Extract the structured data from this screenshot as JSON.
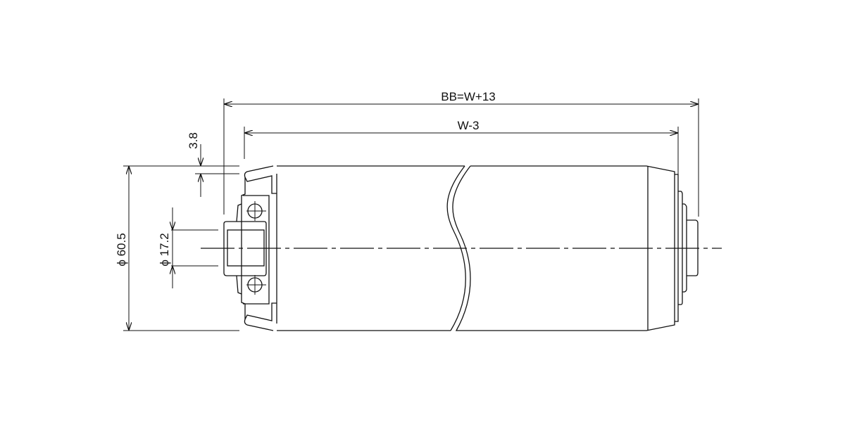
{
  "drawing": {
    "title": "Roller dimension drawing",
    "dimensions": {
      "overall_length": "BB=W+13",
      "tube_length": "W-3",
      "flange_offset": "3.8",
      "tube_diameter": "ϕ 60.5",
      "shaft_diameter": "ϕ 17.2"
    },
    "line_color": "#111111"
  }
}
